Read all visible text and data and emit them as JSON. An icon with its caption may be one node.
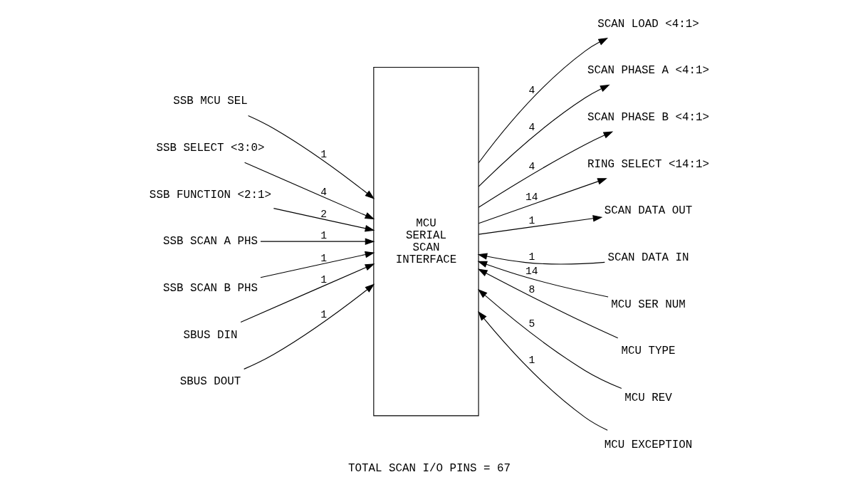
{
  "diagram": {
    "caption": "TOTAL SCAN I/O PINS = 67",
    "nodes": [
      {
        "text": [
          "MCU SERIAL SCAN INTERFACE"
        ]
      },
      {
        "text": [
          "SSB MCU SEL"
        ]
      },
      {
        "text": [
          "SSB SELECT <3:0>"
        ]
      },
      {
        "text": [
          "SSB FUNCTION <2:1>"
        ]
      },
      {
        "text": [
          "SSB SCAN A PHS"
        ]
      },
      {
        "text": [
          "SSB SCAN B PHS"
        ]
      },
      {
        "text": [
          "SBUS DIN"
        ]
      },
      {
        "text": [
          "SBUS DOUT"
        ]
      },
      {
        "text": [
          "SCAN LOAD <4:1>"
        ]
      },
      {
        "text": [
          "SCAN PHASE A <4:1>"
        ]
      },
      {
        "text": [
          "SCAN PHASE B <4:1>"
        ]
      },
      {
        "text": [
          "RING SELECT <14:1>"
        ]
      },
      {
        "text": [
          "SCAN DATA OUT"
        ]
      },
      {
        "text": [
          "SCAN DATA IN"
        ]
      },
      {
        "text": [
          "MCU SER NUM"
        ]
      },
      {
        "text": [
          "MCU TYPE"
        ]
      },
      {
        "text": [
          "MCU REV"
        ]
      },
      {
        "text": [
          "MCU EXCEPTION"
        ]
      }
    ],
    "edges": [
      {
        "from": 1,
        "to": 0,
        "arrow": "to",
        "label": "1"
      },
      {
        "from": 2,
        "to": 0,
        "arrow": "to",
        "label": "4"
      },
      {
        "from": 3,
        "to": 0,
        "arrow": "to",
        "label": "2"
      },
      {
        "from": 4,
        "to": 0,
        "arrow": "to",
        "label": "1"
      },
      {
        "from": 5,
        "to": 0,
        "arrow": "to",
        "label": "1"
      },
      {
        "from": 6,
        "to": 0,
        "arrow": "to",
        "label": "1"
      },
      {
        "from": 7,
        "to": 0,
        "arrow": "to",
        "label": "1"
      },
      {
        "from": 0,
        "to": 8,
        "arrow": "to",
        "label": "4"
      },
      {
        "from": 0,
        "to": 9,
        "arrow": "to",
        "label": "4"
      },
      {
        "from": 0,
        "to": 10,
        "arrow": "to",
        "label": "4"
      },
      {
        "from": 0,
        "to": 11,
        "arrow": "to",
        "label": "14"
      },
      {
        "from": 0,
        "to": 12,
        "arrow": "to",
        "label": "1"
      },
      {
        "from": 13,
        "to": 0,
        "arrow": "to",
        "label": "1"
      },
      {
        "from": 14,
        "to": 0,
        "arrow": "to",
        "label": "14"
      },
      {
        "from": 15,
        "to": 0,
        "arrow": "to",
        "label": "8"
      },
      {
        "from": 16,
        "to": 0,
        "arrow": "to",
        "label": "5"
      },
      {
        "from": 17,
        "to": 0,
        "arrow": "to",
        "label": "1"
      }
    ]
  }
}
